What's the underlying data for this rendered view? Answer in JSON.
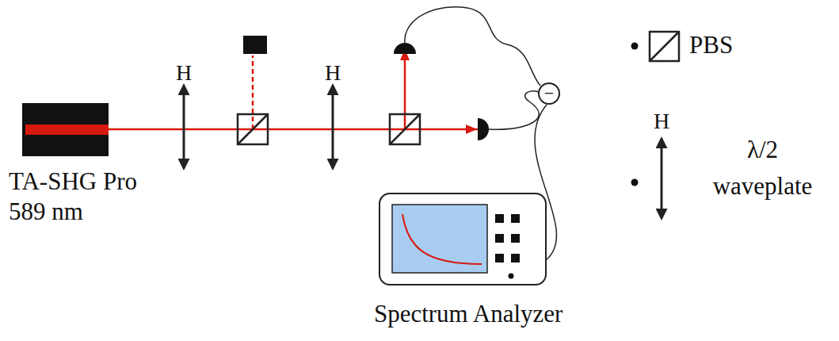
{
  "diagram": {
    "nodes": [
      {
        "text": [
          "TA-SHG Pro 589 nm"
        ]
      },
      {
        "text": [
          "−"
        ]
      },
      {
        "text": [
          "Spectrum Analyzer"
        ]
      }
    ],
    "edges": [
      {
        "from": 1,
        "to": 2,
        "arrow": "none"
      }
    ],
    "labels": [
      "H",
      "H",
      "H"
    ],
    "legend": [
      {
        "text": "PBS"
      },
      {
        "text": "λ/2 waveplate"
      }
    ]
  }
}
